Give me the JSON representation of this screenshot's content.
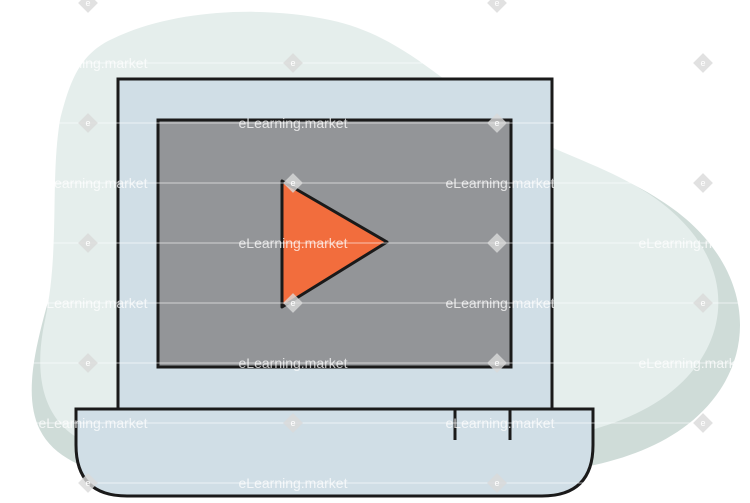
{
  "illustration": {
    "subject": "laptop-play-video",
    "colors": {
      "blob_back": "#cfdcd8",
      "blob_front": "#e5eeec",
      "laptop_body": "#d0dee6",
      "screen": "#939598",
      "play_button": "#f26d3d",
      "outline": "#1a1a1a"
    }
  },
  "watermark": {
    "text": "eLearning.market",
    "badge_letter": "e"
  }
}
